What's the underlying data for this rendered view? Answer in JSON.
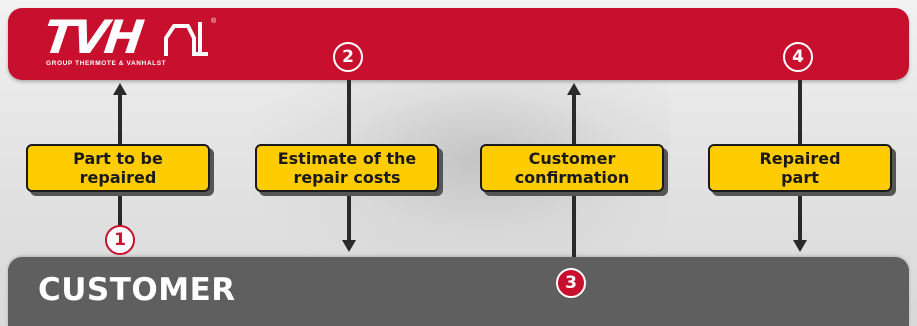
{
  "logo": {
    "name": "TVH",
    "subtitle": "GROUP THERMOTE & VANHALST",
    "registered": "®"
  },
  "customer": {
    "label": "CUSTOMER"
  },
  "boxes": [
    {
      "label": "Part to be\nrepaired"
    },
    {
      "label": "Estimate of the\nrepair costs"
    },
    {
      "label": "Customer\nconfirmation"
    },
    {
      "label": "Repaired\npart"
    }
  ],
  "steps": [
    "1",
    "2",
    "3",
    "4"
  ],
  "colors": {
    "brand_red": "#c8102e",
    "box_yellow": "#ffcc00",
    "customer_gray": "#5f5f5f",
    "arrow": "#2a2a2a"
  }
}
